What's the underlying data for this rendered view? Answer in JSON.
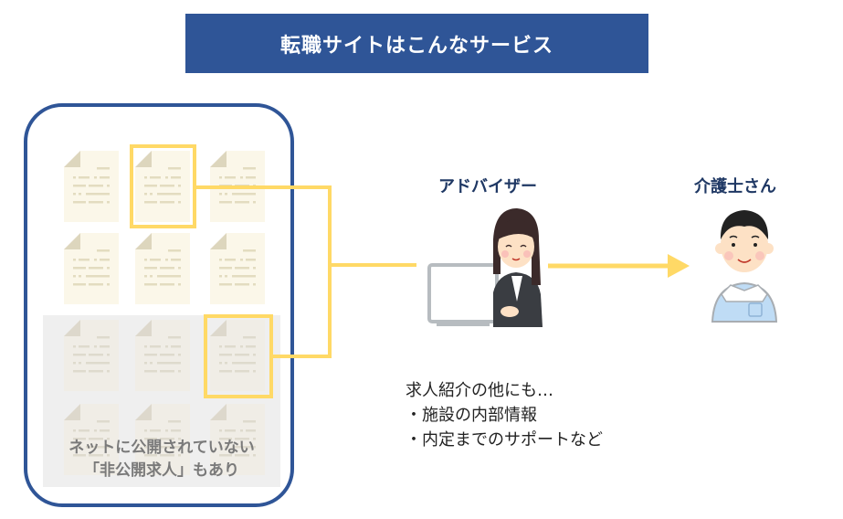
{
  "title": "転職サイトはこんなサービス",
  "job_panel": {
    "public_docs": 6,
    "private_docs": 6,
    "private_label_lines": [
      "ネットに公開されていない",
      "「非公開求人」もあり"
    ]
  },
  "advisor": {
    "label": "アドバイザー",
    "icon": "advisor-woman-with-monitor"
  },
  "caregiver": {
    "label": "介護士さん",
    "icon": "caregiver-man"
  },
  "note": {
    "heading": "求人紹介の他にも…",
    "items": [
      "・施設の内部情報",
      "・内定までのサポートなど"
    ]
  },
  "colors": {
    "banner": "#2f5597",
    "panel_border": "#2f5597",
    "highlight": "#ffd966",
    "connector": "#ffd966",
    "doc_public": "#fbf7e9",
    "doc_private": "#f0ede6",
    "label_text": "#1f3864"
  }
}
